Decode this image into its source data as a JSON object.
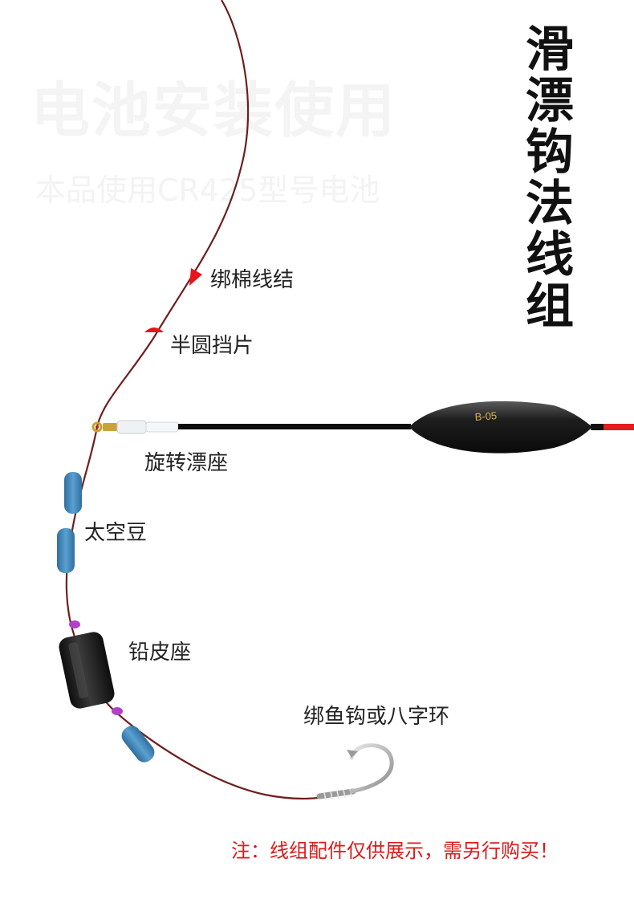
{
  "title_chars": [
    "滑",
    "漂",
    "钩",
    "法",
    "线",
    "组"
  ],
  "labels": {
    "cotton_knot": "绑棉线结",
    "half_round_stop": "半圆挡片",
    "swivel_float_seat": "旋转漂座",
    "space_beans": "太空豆",
    "lead_seat": "铅皮座",
    "hook_or_swivel": "绑鱼钩或八字环"
  },
  "float_marking": "B-05",
  "note": "注：线组配件仅供展示，需另行购买！",
  "watermark": {
    "title": "电池安装使用",
    "subtitle": "本品使用CR425型号电池"
  },
  "colors": {
    "line": "#6e1f1f",
    "stopper": "#e8141c",
    "bean": "#3f85bd",
    "lead": "#1b1b1b",
    "note": "#dd1a1a",
    "float_body": "#141414",
    "float_tip": "#e21d1d"
  }
}
